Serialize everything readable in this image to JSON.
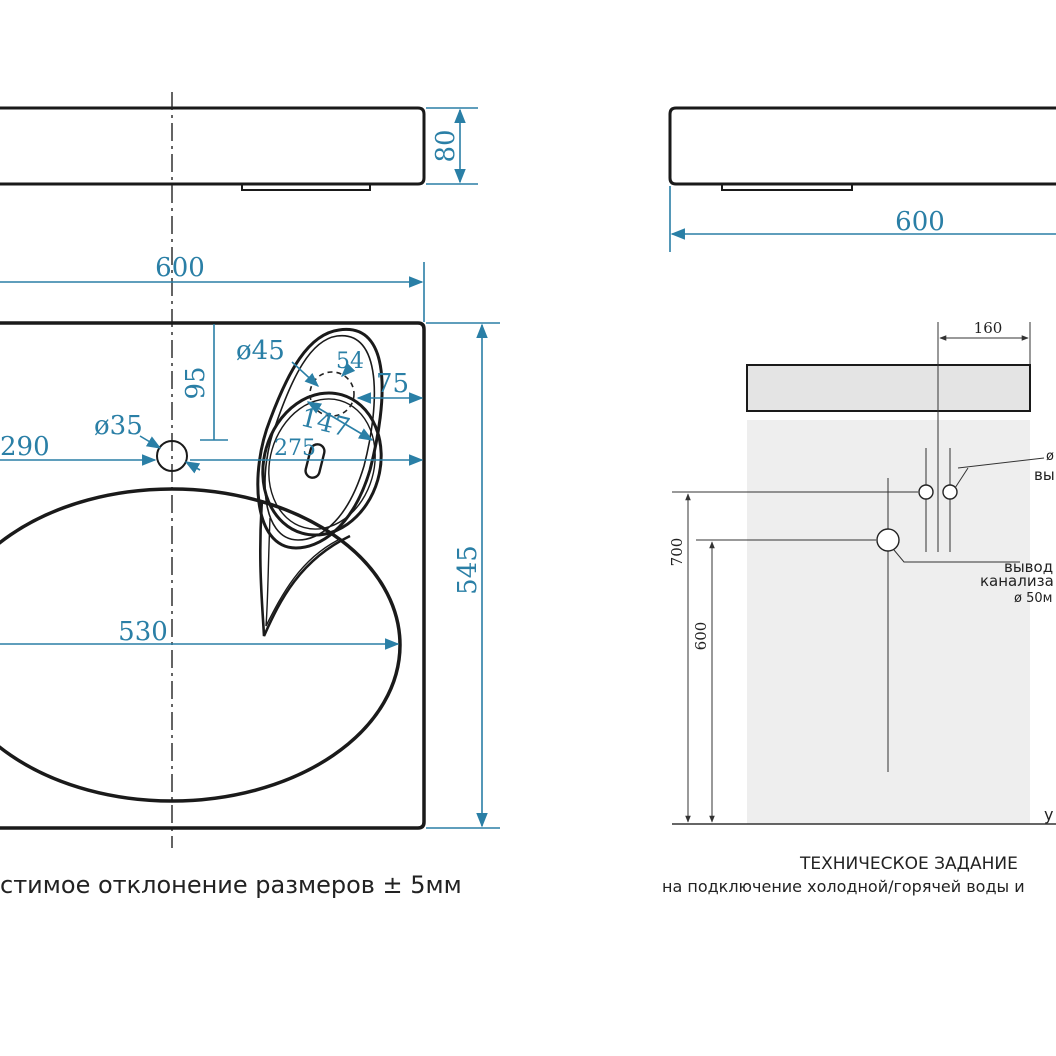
{
  "left_view": {
    "dims": {
      "height_80": "80",
      "width_600": "600",
      "d45": "ø45",
      "d54": "54",
      "d95": "95",
      "d75": "75",
      "d147": "147",
      "d35": "ø35",
      "d290": "290",
      "d275": "275",
      "d530": "530",
      "d545": "545"
    },
    "tolerance_note": "стимое отклонение размеров ± 5мм"
  },
  "right_view": {
    "dims": {
      "width_600": "600",
      "d160": "160",
      "h700": "700",
      "h600": "600"
    },
    "labels": {
      "o_top": "ø",
      "vy_top": "вы",
      "vyvod": "вывод",
      "kanaliz": "канализа",
      "d50": "ø 50м",
      "y_bottom": "у"
    },
    "tech_title": "ТЕХНИЧЕСКОЕ ЗАДАНИЕ",
    "tech_subtitle": "на подключение холодной/горячей воды и"
  },
  "colors": {
    "dimension": "#2a7fa6",
    "outline": "#1a1a1a",
    "wall": "#eeeeee",
    "counter": "#e4e4e4"
  }
}
